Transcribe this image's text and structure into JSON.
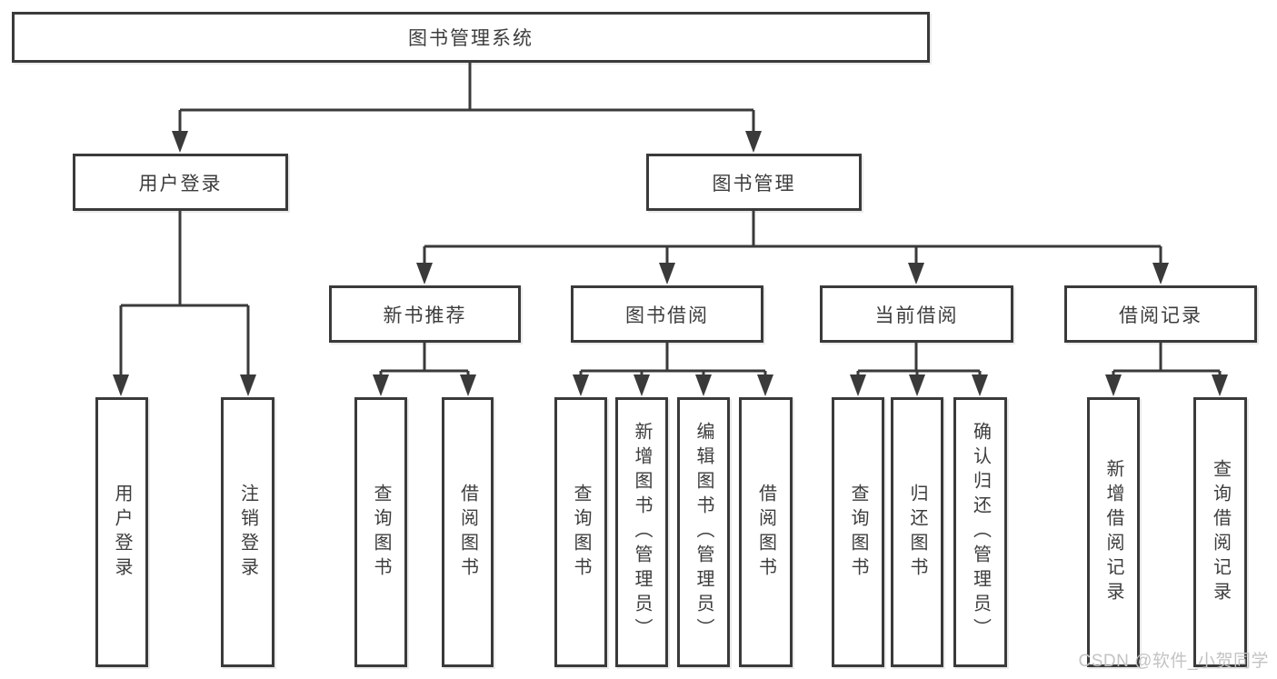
{
  "tree": {
    "label": "图书管理系统",
    "children": [
      {
        "label": "用户登录",
        "children": [
          {
            "label": "用户登录"
          },
          {
            "label": "注销登录"
          }
        ]
      },
      {
        "label": "图书管理",
        "children": [
          {
            "label": "新书推荐",
            "children": [
              {
                "label": "查询图书"
              },
              {
                "label": "借阅图书"
              }
            ]
          },
          {
            "label": "图书借阅",
            "children": [
              {
                "label": "查询图书"
              },
              {
                "label": "新增图书（管理员）"
              },
              {
                "label": "编辑图书（管理员）"
              },
              {
                "label": "借阅图书"
              }
            ]
          },
          {
            "label": "当前借阅",
            "children": [
              {
                "label": "查询图书"
              },
              {
                "label": "归还图书"
              },
              {
                "label": "确认归还（管理员）"
              }
            ]
          },
          {
            "label": "借阅记录",
            "children": [
              {
                "label": "新增借阅记录"
              },
              {
                "label": "查询借阅记录"
              }
            ]
          }
        ]
      }
    ]
  },
  "watermark": {
    "text": "CSDN @软件_小贺同学"
  },
  "colors": {
    "line": "#3a3a3a",
    "box_border": "#3a3a3a",
    "box_fill": "#ffffff",
    "text": "#3d3d3d",
    "watermark": "#c3c3c3",
    "background": "#ffffff"
  }
}
